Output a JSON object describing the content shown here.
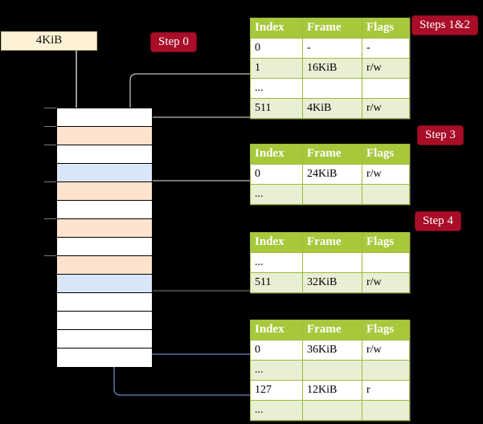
{
  "diagram": {
    "title_badges": [
      {
        "id": "steps12",
        "label": "Steps 1&2"
      },
      {
        "id": "step0",
        "label": "Step 0"
      },
      {
        "id": "step3",
        "label": "Step 3"
      },
      {
        "id": "step4",
        "label": "Step 4"
      }
    ],
    "source_box": {
      "label": "4KiB"
    },
    "colors": {
      "badge_bg": "#a90d28",
      "badge_fg": "#ffffff",
      "table_header_bg": "#a8c83c",
      "table_border": "#9fb83a",
      "table_alt_row": "#e9efd4",
      "highlight_cell": "#fbf6a8",
      "source_box_bg": "#fdf2d5",
      "memory_peach": "#fde3cd",
      "memory_blue": "#d9e6f7",
      "wire_gray": "#b4b4b4",
      "wire_blue": "#6a85b6"
    },
    "memory_column": {
      "rows": [
        {
          "fill": "white"
        },
        {
          "fill": "peach"
        },
        {
          "fill": "white"
        },
        {
          "fill": "blue"
        },
        {
          "fill": "peach"
        },
        {
          "fill": "white"
        },
        {
          "fill": "peach"
        },
        {
          "fill": "white"
        },
        {
          "fill": "peach"
        },
        {
          "fill": "blue"
        },
        {
          "fill": "white"
        },
        {
          "fill": "white"
        },
        {
          "fill": "white"
        },
        {
          "fill": "white"
        }
      ]
    },
    "tables": [
      {
        "id": "table-level4",
        "headers": [
          "Index",
          "Frame",
          "Flags"
        ],
        "rows": [
          {
            "style": "plain",
            "cells": [
              "0",
              "-",
              "-"
            ]
          },
          {
            "style": "alt",
            "cells": [
              "1",
              "16KiB",
              "r/w"
            ]
          },
          {
            "style": "plain",
            "cells": [
              "...",
              "",
              ""
            ]
          },
          {
            "style": "alt",
            "highlight": true,
            "cells": [
              "511",
              "4KiB",
              "r/w"
            ]
          }
        ]
      },
      {
        "id": "table-level3",
        "headers": [
          "Index",
          "Frame",
          "Flags"
        ],
        "rows": [
          {
            "style": "plain",
            "cells": [
              "0",
              "24KiB",
              "r/w"
            ]
          },
          {
            "style": "alt",
            "cells": [
              "...",
              "",
              ""
            ]
          }
        ]
      },
      {
        "id": "table-level2",
        "headers": [
          "Index",
          "Frame",
          "Flags"
        ],
        "rows": [
          {
            "style": "plain",
            "cells": [
              "...",
              "",
              ""
            ]
          },
          {
            "style": "alt",
            "cells": [
              "511",
              "32KiB",
              "r/w"
            ]
          }
        ]
      },
      {
        "id": "table-level1",
        "headers": [
          "Index",
          "Frame",
          "Flags"
        ],
        "rows": [
          {
            "style": "plain",
            "cells": [
              "0",
              "36KiB",
              "r/w"
            ]
          },
          {
            "style": "alt",
            "cells": [
              "...",
              "",
              ""
            ]
          },
          {
            "style": "plain",
            "cells": [
              "127",
              "12KiB",
              "r"
            ]
          },
          {
            "style": "alt",
            "cells": [
              "...",
              "",
              ""
            ]
          }
        ]
      }
    ]
  }
}
